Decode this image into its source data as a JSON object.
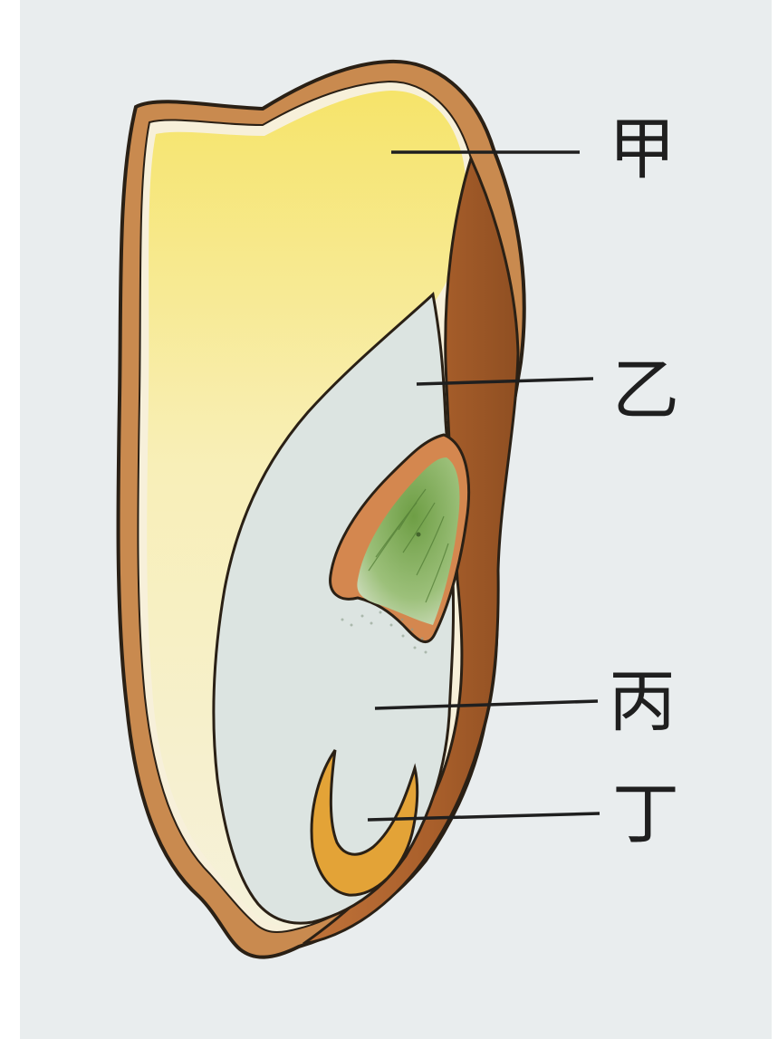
{
  "figure": {
    "labels": {
      "jia": "甲",
      "yi": "乙",
      "bing": "丙",
      "ding": "丁"
    },
    "colors": {
      "background": "#e9edee",
      "page_margin": "#ffffff",
      "seed_coat": "#c98a4f",
      "seed_coat_inner": "#f7eed9",
      "endosperm_yellow": "#f3e06a",
      "endosperm_pale": "#f5efcf",
      "cotyledon": "#dbe3df",
      "pericarp_brown": "#b5672f",
      "plumule_green": "#7fae57",
      "coleoptile_orange": "#d98a4a",
      "radicle_orange": "#e3a337",
      "outline": "#2a2015",
      "leader_line": "#1f1f1f"
    }
  }
}
